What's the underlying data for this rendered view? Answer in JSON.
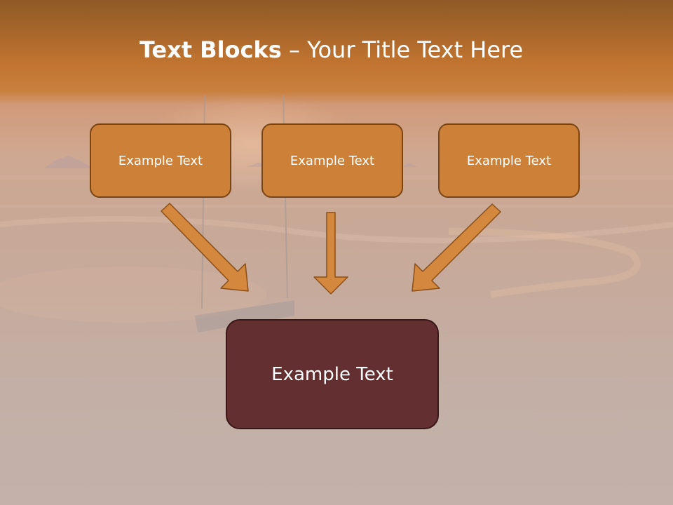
{
  "title": {
    "bold_part": "Text Blocks",
    "separator": " – ",
    "rest": "Your Title Text Here"
  },
  "blocks": [
    {
      "label": "Example Text"
    },
    {
      "label": "Example Text"
    },
    {
      "label": "Example Text"
    }
  ],
  "target": {
    "label": "Example Text"
  },
  "colors": {
    "header": "#c17430",
    "block_fill": "#cd8138",
    "block_border": "#7a4515",
    "target_fill": "#632f30",
    "arrow_fill": "#d4883e"
  }
}
